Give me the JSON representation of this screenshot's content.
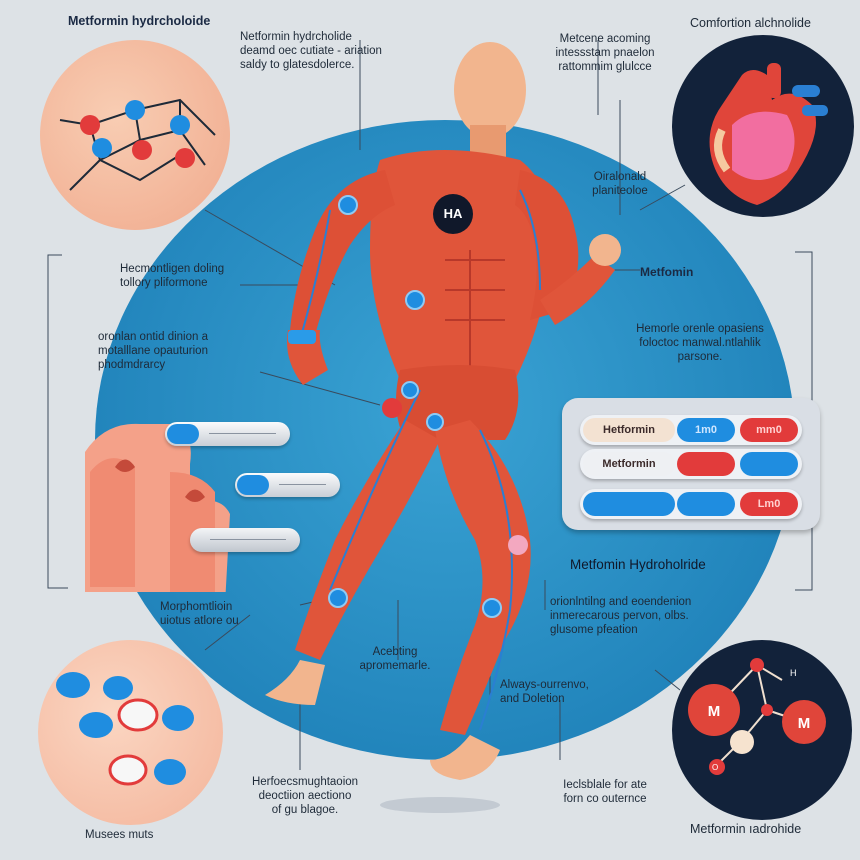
{
  "header": {
    "top_left": "Metformin hydrcholoide",
    "top_center": "Netformin hydrcholide\ndeamd oec cutiate - ariation\nsaldy to glatesdolerce.",
    "top_right_text": "Metcene acoming\nintessstam pnaelon\nrattommim glulcce",
    "top_right_title": "Comfortion alchnolide"
  },
  "labels": {
    "heart_note": "Oiralonald\nplaniteoloe",
    "left_1": "Hecmontligen doling\ntollory pliformone",
    "left_2": "oronlan ontid dinion a\nmotalllane opauturion\nphodmdrarcy",
    "ha_badge": "HA",
    "metfomin": "Metfomin",
    "right_note": "Hemorle orenle opasiens\nfoloctoc manwal.ntlahlik\nparsone.",
    "pill_title": "Metfomin Hydroholride",
    "lower_left": "Morphomtlioin\nuiotus atlore ou",
    "lower_center": "Acebting\napromemarle.",
    "lower_right": "orionlntilng and eoendenion\ninmerecarous pervon, olbs.\nglusome pfeation",
    "always": "Always-ourrenvo,\nand Doletion",
    "bottom_center": "Herfoecsmughtaoion\ndeoctiion aectiono\nof gu blagoe.",
    "bottom_right": "Ieclsblale for ate\nforn co outernce",
    "bottom_left": "Musees muts",
    "bottom_right_title": "Metformin ıadrohide"
  },
  "pills": [
    {
      "left": "Hetformin",
      "mid": "1m0",
      "right": "mm0"
    },
    {
      "left": "Metformin",
      "mid": "",
      "right": ""
    },
    {
      "left": "",
      "mid": "",
      "right": "Lm0"
    }
  ],
  "molecule_letters": [
    "M",
    "M",
    "H",
    "O"
  ],
  "colors": {
    "blue_disc": "#2b8cc0",
    "muscle": "#e0553a",
    "accent_blue": "#1f8de0",
    "accent_red": "#e23b3b",
    "dark_circle": "#12223a"
  }
}
